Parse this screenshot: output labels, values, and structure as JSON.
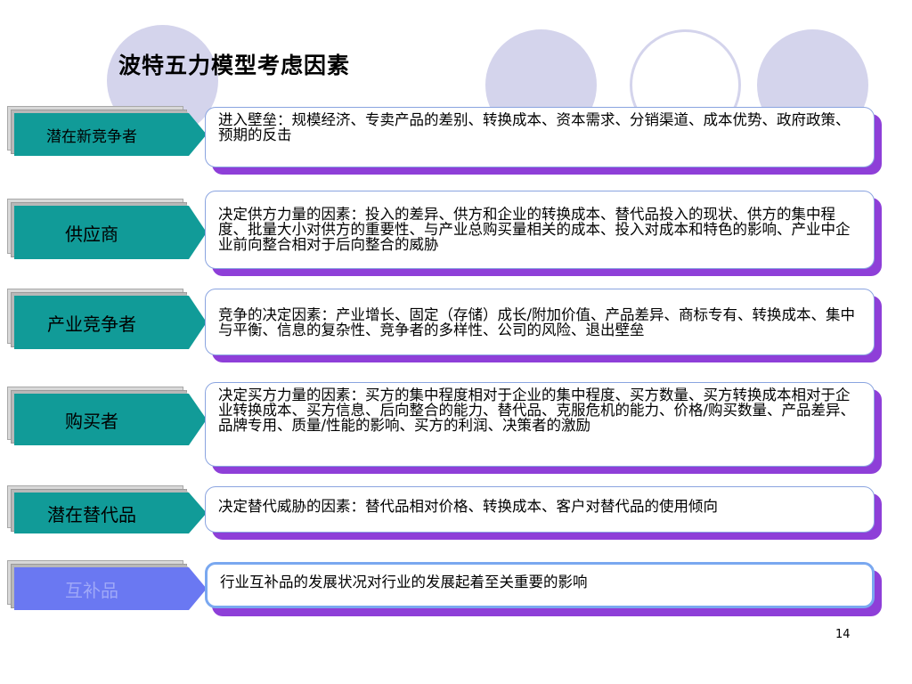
{
  "slide": {
    "title": "波特五力模型考虑因素",
    "page_number": "14",
    "colors": {
      "tab_teal": "#119b98",
      "tab_highlight": "#6a78f2",
      "box_shadow": "#8e3fd8",
      "deco_circle": "#d4d4ec"
    },
    "rows": [
      {
        "label": "潜在新竞争者",
        "text": "进入壁垒：规模经济、专卖产品的差别、转换成本、资本需求、分销渠道、成本优势、政府政策、预期的反击"
      },
      {
        "label": "供应商",
        "text": "决定供方力量的因素：投入的差异、供方和企业的转换成本、替代品投入的现状、供方的集中程度、批量大小对供方的重要性、与产业总购买量相关的成本、投入对成本和特色的影响、产业中企业前向整合相对于后向整合的威胁"
      },
      {
        "label": "产业竞争者",
        "text": "竞争的决定因素：产业增长、固定（存储）成长/附加价值、产品差异、商标专有、转换成本、集中与平衡、信息的复杂性、竞争者的多样性、公司的风险、退出壁垒"
      },
      {
        "label": "购买者",
        "text": "决定买方力量的因素：买方的集中程度相对于企业的集中程度、买方数量、买方转换成本相对于企业转换成本、买方信息、后向整合的能力、替代品、克服危机的能力、价格/购买数量、产品差异、品牌专用、质量/性能的影响、买方的利润、决策者的激励"
      },
      {
        "label": "潜在替代品",
        "text": "决定替代威胁的因素：替代品相对价格、转换成本、客户对替代品的使用倾向"
      },
      {
        "label": "互补品",
        "text": "行业互补品的发展状况对行业的发展起着至关重要的影响"
      }
    ]
  }
}
